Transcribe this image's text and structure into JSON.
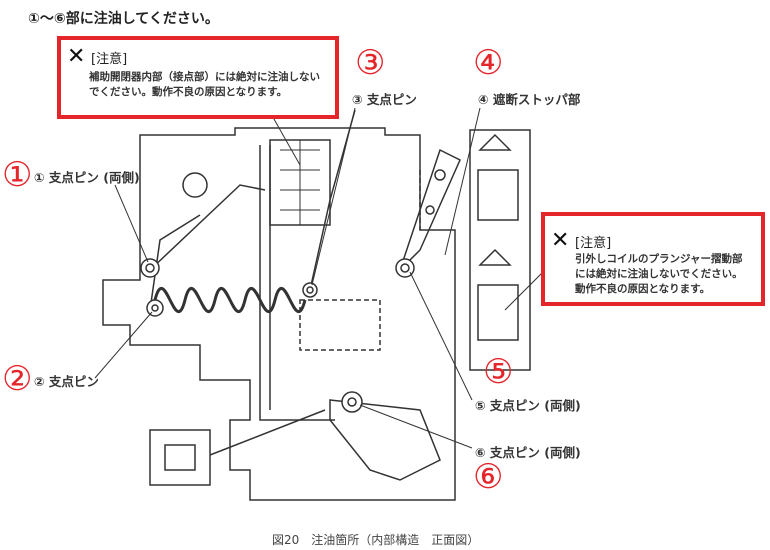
{
  "instruction": "①～⑥部に注油してください。",
  "warnings": [
    {
      "mark": "✕",
      "heading": "[注意]",
      "lines": [
        "補助開閉器内部（接点部）には絶対に注油しない",
        "でください。動作不良の原因となります。"
      ]
    },
    {
      "mark": "✕",
      "heading": "[注意]",
      "lines": [
        "引外しコイルのプランジャー摺動部",
        "には絶対に注油しないでください。",
        "動作不良の原因となります。"
      ]
    }
  ],
  "callouts": [
    {
      "number": "①",
      "label": "① 支点ピン (両側)"
    },
    {
      "number": "②",
      "label": "② 支点ピン"
    },
    {
      "number": "③",
      "label": "③ 支点ピン"
    },
    {
      "number": "④",
      "label": "④ 遮断ストッパ部"
    },
    {
      "number": "⑤",
      "label": "⑤ 支点ピン (両側)"
    },
    {
      "number": "⑥",
      "label": "⑥ 支点ピン (両側)"
    }
  ],
  "caption": "図20　注油箇所（内部構造　正面図）",
  "colors": {
    "accent": "#e4262b",
    "line": "#333333"
  }
}
